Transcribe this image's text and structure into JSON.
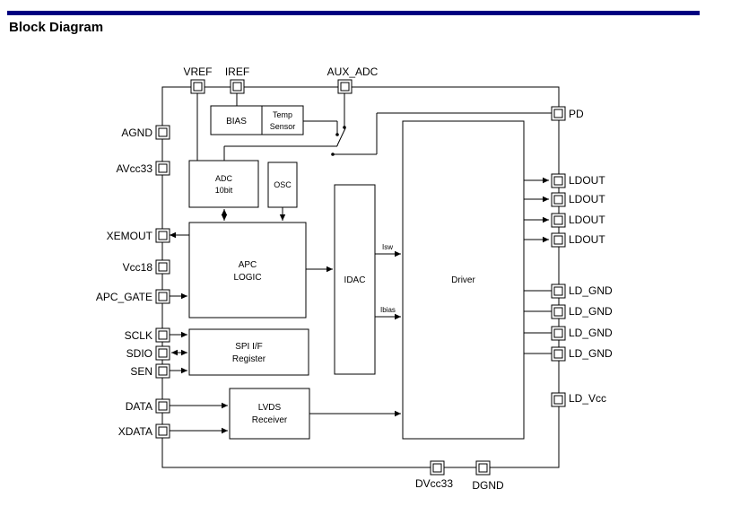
{
  "header": {
    "title": "Block Diagram",
    "bar_color": "#000080"
  },
  "pins": {
    "vref": "VREF",
    "iref": "IREF",
    "aux_adc": "AUX_ADC",
    "agnd": "AGND",
    "avcc33": "AVcc33",
    "xemout": "XEMOUT",
    "vcc18": "Vcc18",
    "apc_gate": "APC_GATE",
    "sclk": "SCLK",
    "sdio": "SDIO",
    "sen": "SEN",
    "data": "DATA",
    "xdata": "XDATA",
    "pd": "PD",
    "ldout": [
      "LDOUT",
      "LDOUT",
      "LDOUT",
      "LDOUT"
    ],
    "ld_gnd": [
      "LD_GND",
      "LD_GND",
      "LD_GND",
      "LD_GND"
    ],
    "ld_vcc": "LD_Vcc",
    "dvcc33": "DVcc33",
    "dgnd": "DGND"
  },
  "blocks": {
    "bias": "BIAS",
    "temp_sensor": [
      "Temp",
      "Sensor"
    ],
    "adc": [
      "ADC",
      "10bit"
    ],
    "osc": "OSC",
    "apc_logic": [
      "APC",
      "LOGIC"
    ],
    "idac": "IDAC",
    "driver": "Driver",
    "spi": [
      "SPI I/F",
      "Register"
    ],
    "lvds": [
      "LVDS",
      "Receiver"
    ]
  },
  "signals": {
    "isw": "Isw",
    "ibias": "Ibias"
  }
}
